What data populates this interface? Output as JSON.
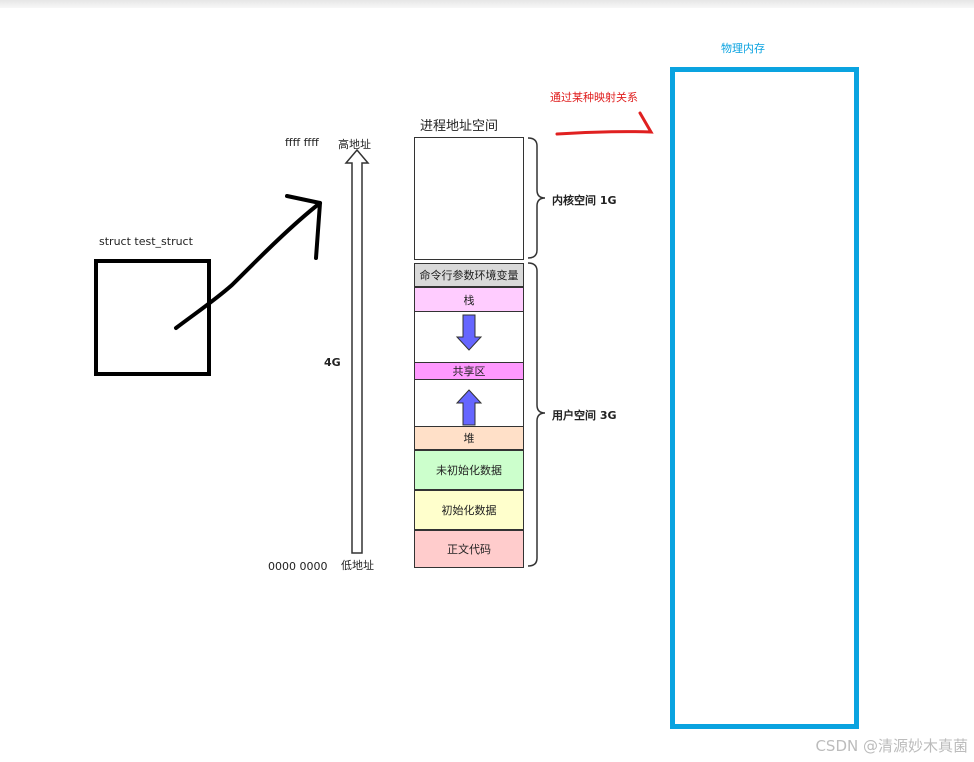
{
  "labels": {
    "physical_memory": "物理内存",
    "mapping": "通过某种映射关系",
    "process_space": "进程地址空间",
    "high_value": "ffff ffff",
    "high_addr": "高地址",
    "low_value": "0000 0000",
    "low_addr": "低地址",
    "size_4g": "4G",
    "struct_name": "struct test_struct",
    "kernel_space": "内核空间 1G",
    "user_space": "用户空间 3G"
  },
  "segments": [
    {
      "label": "",
      "color": "#ffffff"
    },
    {
      "label": "命令行参数环境变量",
      "color": "#d9d9d9"
    },
    {
      "label": "栈",
      "color": "#ffccff"
    },
    {
      "label": "",
      "color": "#ffffff"
    },
    {
      "label": "共享区",
      "color": "#ff99ff"
    },
    {
      "label": "",
      "color": "#ffffff"
    },
    {
      "label": "堆",
      "color": "#ffe0c8"
    },
    {
      "label": "未初始化数据",
      "color": "#ccffcc"
    },
    {
      "label": "初始化数据",
      "color": "#ffffcc"
    },
    {
      "label": "正文代码",
      "color": "#ffcccc"
    }
  ],
  "colors": {
    "memory_border": "#0aa3e0",
    "mapping_text": "#e02020",
    "grow_arrow": "#6666ff"
  },
  "watermark": "CSDN @清源妙木真菌"
}
